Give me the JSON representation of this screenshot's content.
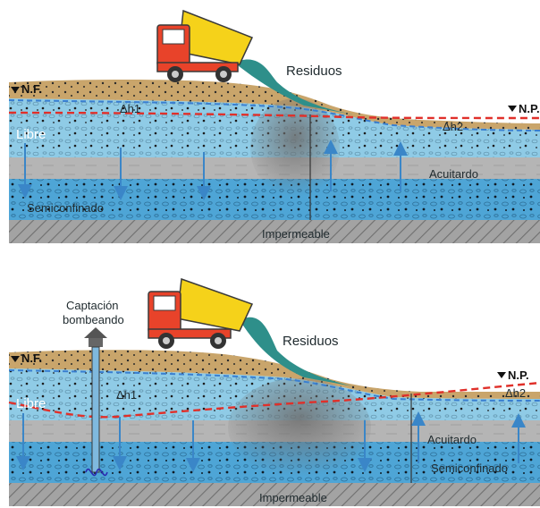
{
  "panel_top": {
    "labels": {
      "waste": "Residuos",
      "nf": "N.F.",
      "np": "N.P.",
      "dh1": "Δh1",
      "dh2": "Δh2",
      "libre": "Libre",
      "acuitardo": "Acuitardo",
      "semiconfinado": "Semiconfinado",
      "impermeable": "Impermeable"
    }
  },
  "panel_bottom": {
    "labels": {
      "well_line1": "Captación",
      "well_line2": "bombeando",
      "waste": "Residuos",
      "nf": "N.F.",
      "np": "N.P.",
      "dh1": "Δh1",
      "dh2": "Δh2",
      "libre": "Libre",
      "acuitardo": "Acuitardo",
      "semiconfinado": "Semiconfinado",
      "impermeable": "Impermeable"
    }
  },
  "colors": {
    "soil": "#c9a56b",
    "libre_aquifer": "#8fcbe6",
    "aquitard": "#b5b5b5",
    "semiconfined": "#4ea5d6",
    "impermeable": "#9a9a9a",
    "waste": "#2e8f8a",
    "nf_line": "#3a7fd0",
    "np_line": "#e0302a",
    "plume": "#808080",
    "truck_cab": "#e8432a",
    "truck_box": "#f5d21a"
  },
  "icons": [
    "dump-truck-icon",
    "water-table-triangle-icon",
    "flow-arrow-icon",
    "well-icon"
  ]
}
